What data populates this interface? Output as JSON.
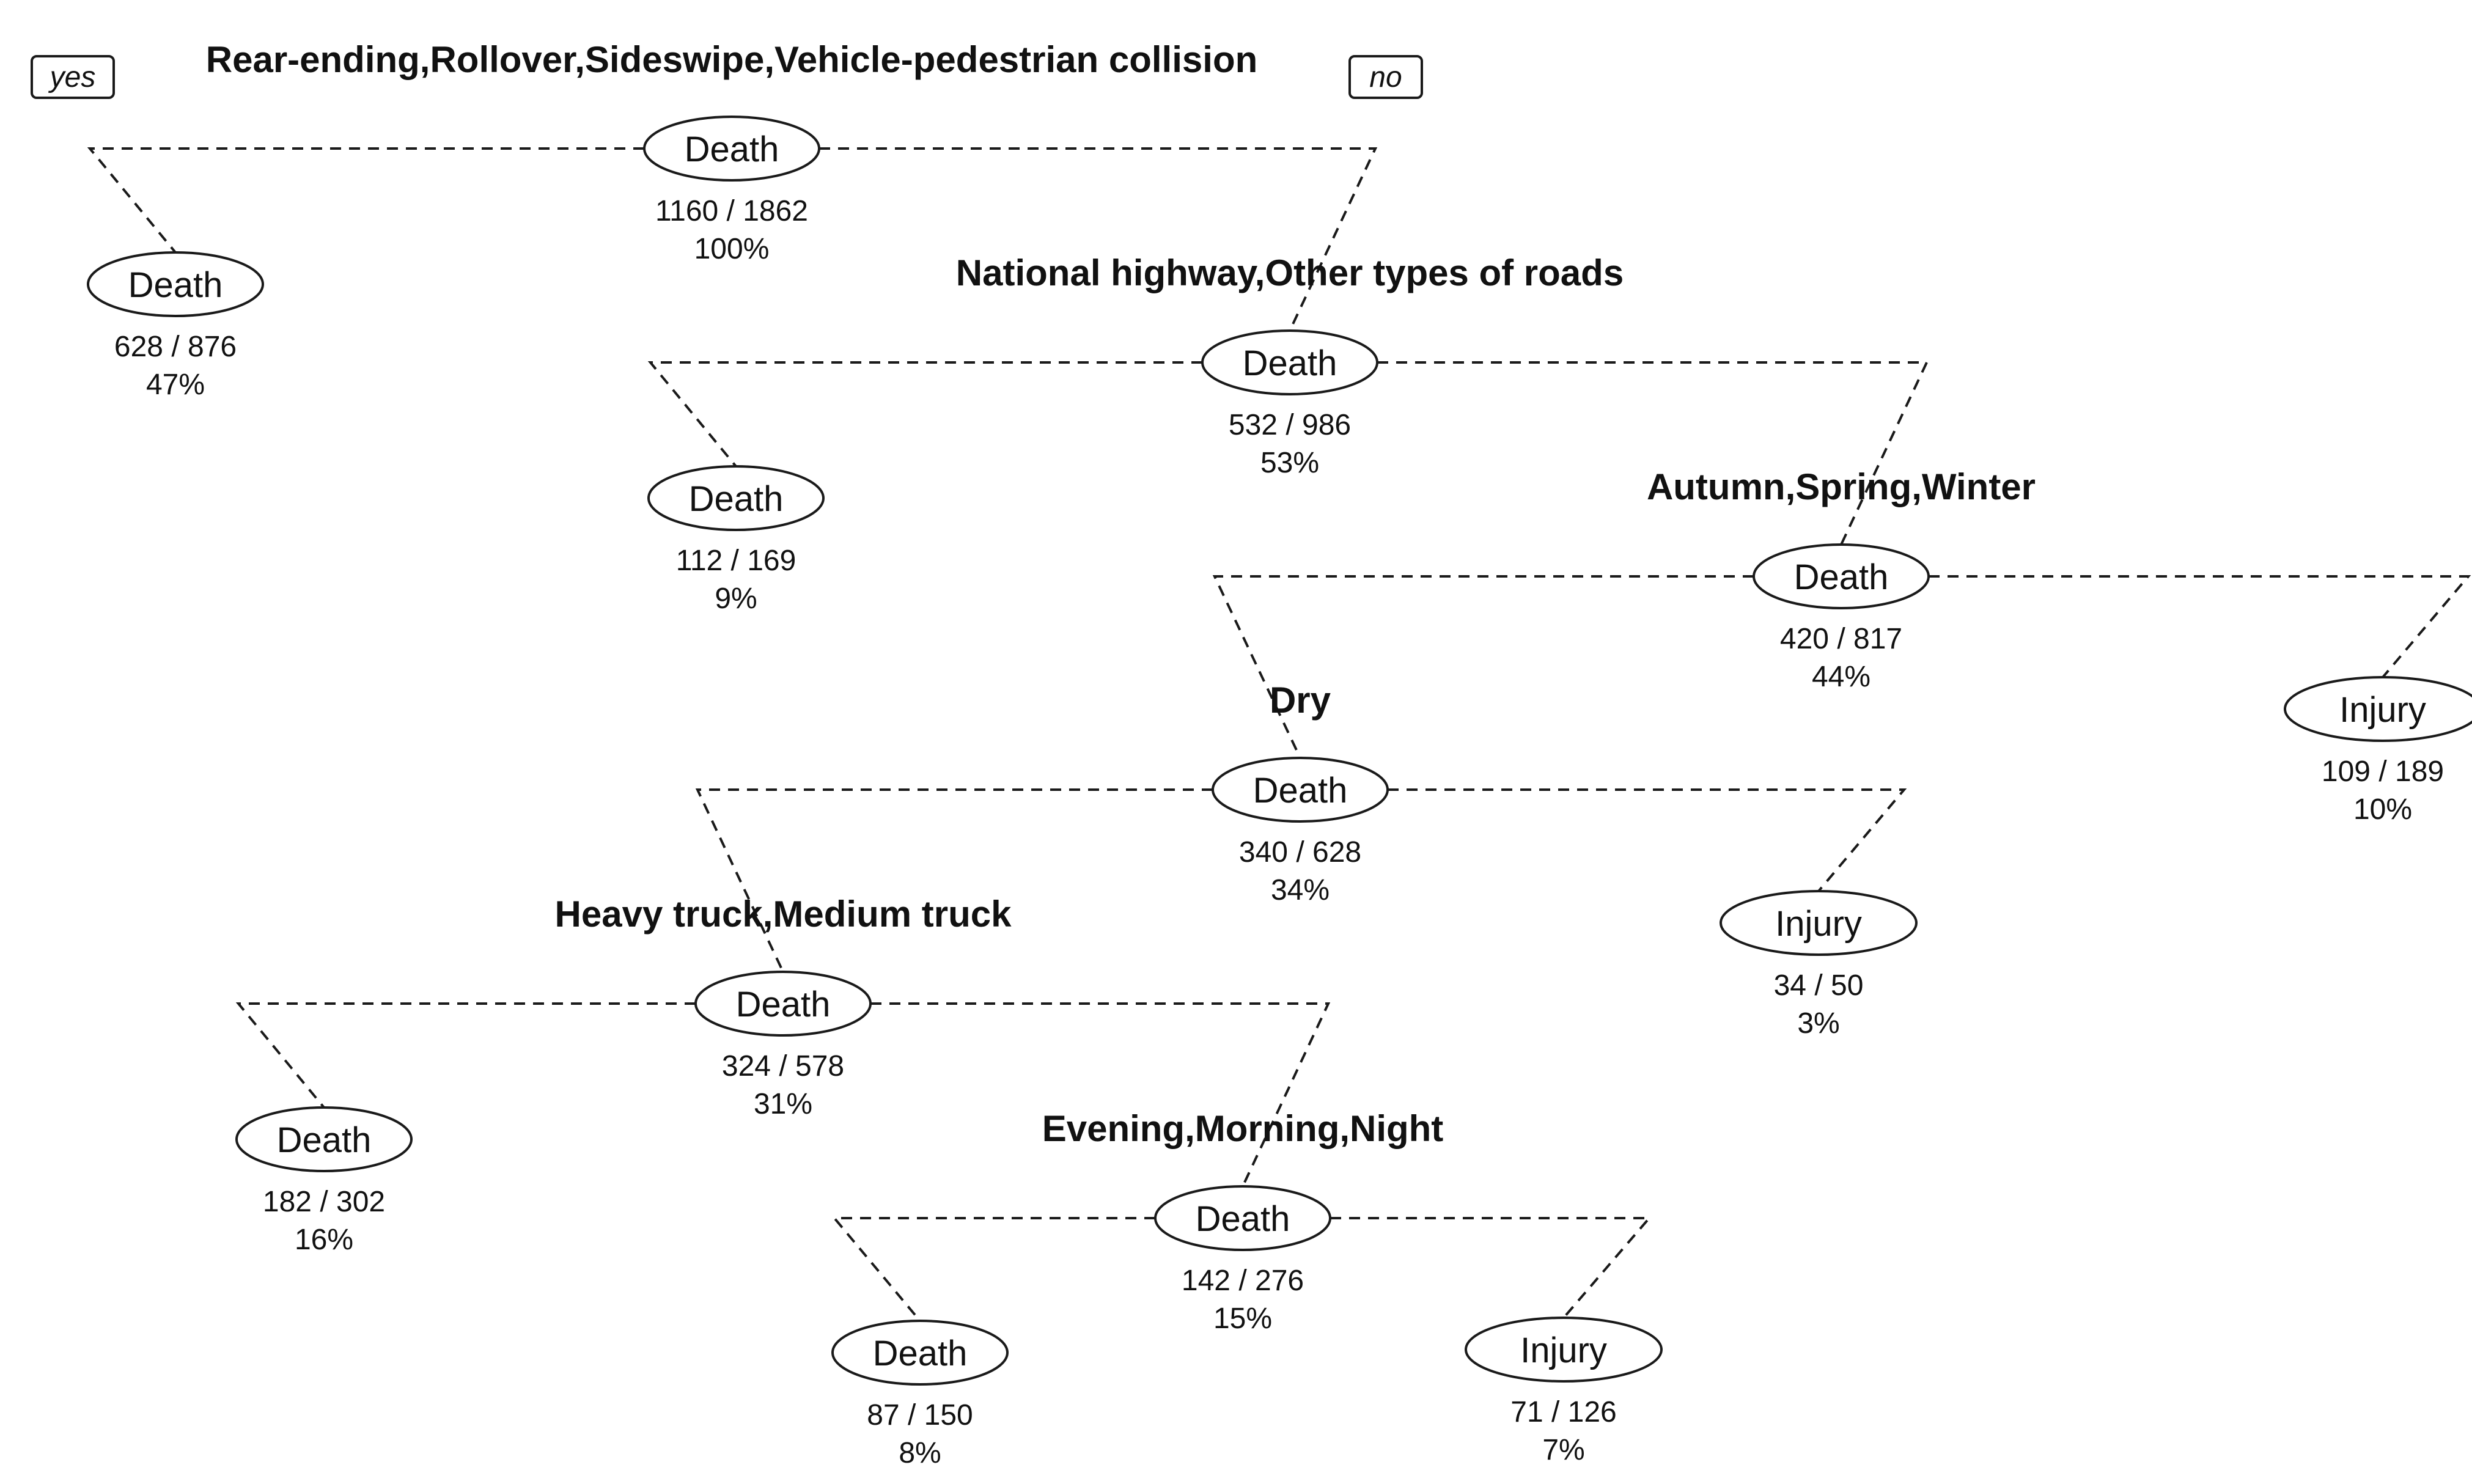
{
  "legend": {
    "yes": "yes",
    "no": "no"
  },
  "nodes": [
    {
      "id": "root",
      "class": "Death",
      "counts": "1160 / 1862",
      "pct": "100%",
      "split": "Rear-ending,Rollover,Sideswipe,Vehicle-pedestrian collision"
    },
    {
      "id": "n2",
      "class": "Death",
      "counts": "628 / 876",
      "pct": "47%"
    },
    {
      "id": "n3",
      "class": "Death",
      "counts": "532 / 986",
      "pct": "53%",
      "split": "National highway,Other types of roads"
    },
    {
      "id": "n6",
      "class": "Death",
      "counts": "112 / 169",
      "pct": "9%"
    },
    {
      "id": "n7",
      "class": "Death",
      "counts": "420 / 817",
      "pct": "44%",
      "split": "Autumn,Spring,Winter"
    },
    {
      "id": "n14",
      "class": "Death",
      "counts": "340 / 628",
      "pct": "34%",
      "split": "Dry"
    },
    {
      "id": "n15",
      "class": "Injury",
      "counts": "109 / 189",
      "pct": "10%"
    },
    {
      "id": "n28",
      "class": "Death",
      "counts": "324 / 578",
      "pct": "31%",
      "split": "Heavy truck,Medium truck"
    },
    {
      "id": "n29",
      "class": "Injury",
      "counts": "34 / 50",
      "pct": "3%"
    },
    {
      "id": "n56",
      "class": "Death",
      "counts": "182 / 302",
      "pct": "16%"
    },
    {
      "id": "n57",
      "class": "Death",
      "counts": "142 / 276",
      "pct": "15%",
      "split": "Evening,Morning,Night"
    },
    {
      "id": "n114",
      "class": "Death",
      "counts": "87 / 150",
      "pct": "8%"
    },
    {
      "id": "n115",
      "class": "Injury",
      "counts": "71 / 126",
      "pct": "7%"
    }
  ],
  "edges": [
    [
      "root",
      "n2"
    ],
    [
      "root",
      "n3"
    ],
    [
      "n3",
      "n6"
    ],
    [
      "n3",
      "n7"
    ],
    [
      "n7",
      "n14"
    ],
    [
      "n7",
      "n15"
    ],
    [
      "n14",
      "n28"
    ],
    [
      "n14",
      "n29"
    ],
    [
      "n28",
      "n56"
    ],
    [
      "n28",
      "n57"
    ],
    [
      "n57",
      "n114"
    ],
    [
      "n57",
      "n115"
    ]
  ]
}
